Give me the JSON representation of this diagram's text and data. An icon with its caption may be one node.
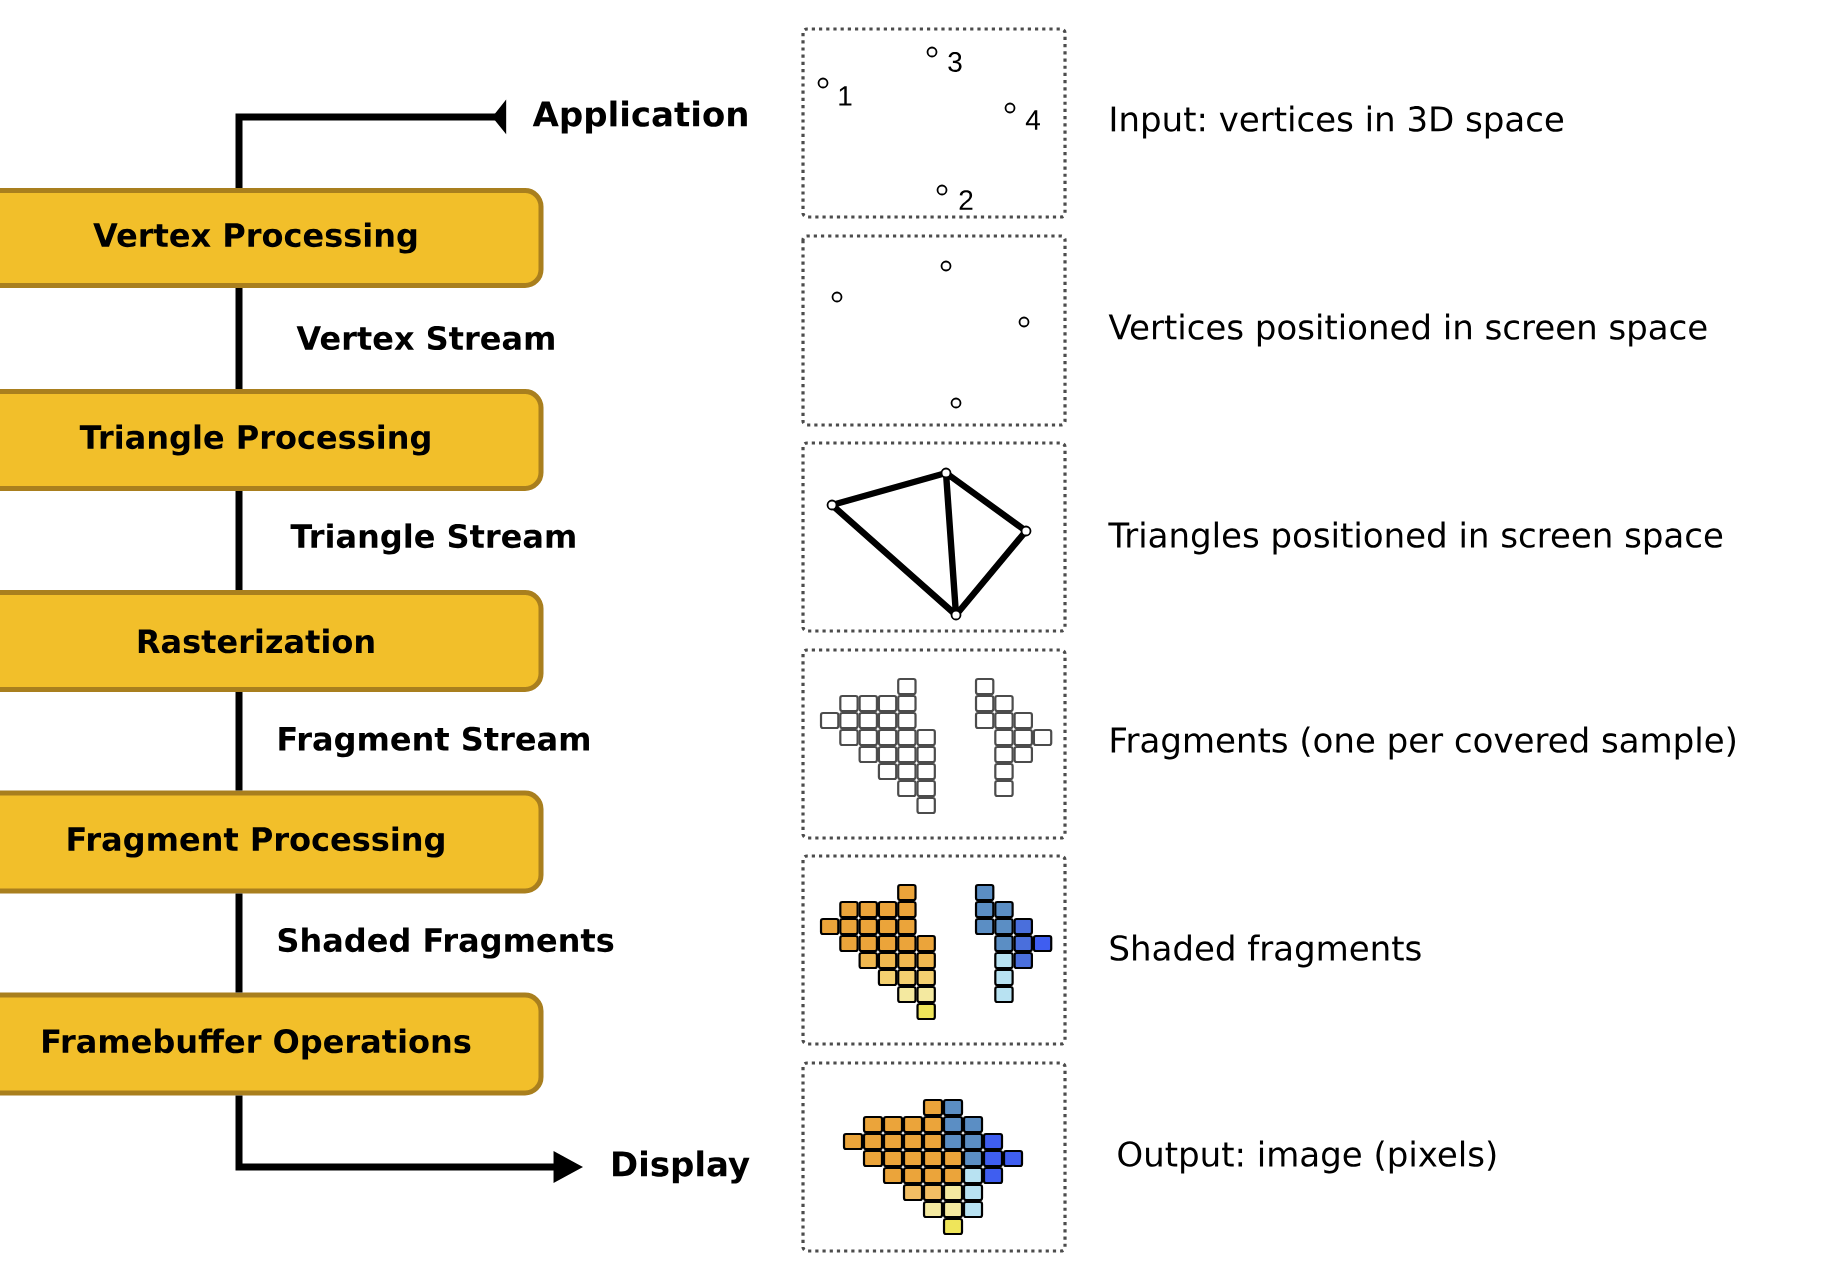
{
  "diagram": {
    "nodes": [
      {
        "text": [
          "Application"
        ]
      },
      {
        "text": [
          "Vertex Processing"
        ]
      },
      {
        "text": [
          "Triangle Processing"
        ]
      },
      {
        "text": [
          "Rasterization"
        ]
      },
      {
        "text": [
          "Fragment Processing"
        ]
      },
      {
        "text": [
          "Framebuffer Operations"
        ]
      },
      {
        "text": [
          "Display"
        ]
      }
    ],
    "edges": [
      {
        "from": 0,
        "to": 1,
        "arrow": "other"
      },
      {
        "from": 1,
        "to": 2,
        "arrow": "none",
        "label": "Vertex Stream"
      },
      {
        "from": 2,
        "to": 3,
        "arrow": "none",
        "label": "Triangle Stream"
      },
      {
        "from": 3,
        "to": 4,
        "arrow": "none",
        "label": "Fragment Stream"
      },
      {
        "from": 4,
        "to": 5,
        "arrow": "none",
        "label": "Shaded Fragments"
      },
      {
        "from": 5,
        "to": 6,
        "arrow": "to"
      }
    ],
    "labels": [
      "3",
      "1",
      "4",
      "2",
      "Input: vertices in 3D space",
      "Vertices positioned in screen space",
      "Triangles positioned in screen space",
      "Fragments (one per covered sample)",
      "Shaded fragments",
      "Output: image (pixels)"
    ]
  }
}
